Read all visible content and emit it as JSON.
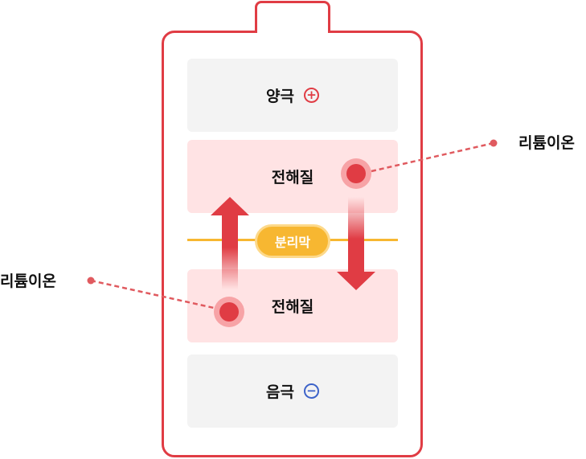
{
  "layers": {
    "cathode": {
      "label": "양극",
      "sign": "+"
    },
    "electrolyte_top": {
      "label": "전해질"
    },
    "separator": {
      "label": "분리막"
    },
    "electrolyte_bottom": {
      "label": "전해질"
    },
    "anode": {
      "label": "음극",
      "sign": "−"
    }
  },
  "callouts": {
    "right": "리튬이온",
    "left": "리튬이온"
  },
  "colors": {
    "accent_red": "#e03c44",
    "ion_glow": "#f7a3a6",
    "electrolyte_bg": "#ffe3e4",
    "electrode_bg": "#f3f3f3",
    "separator": "#f7b731",
    "anode_blue": "#3d63c9"
  }
}
